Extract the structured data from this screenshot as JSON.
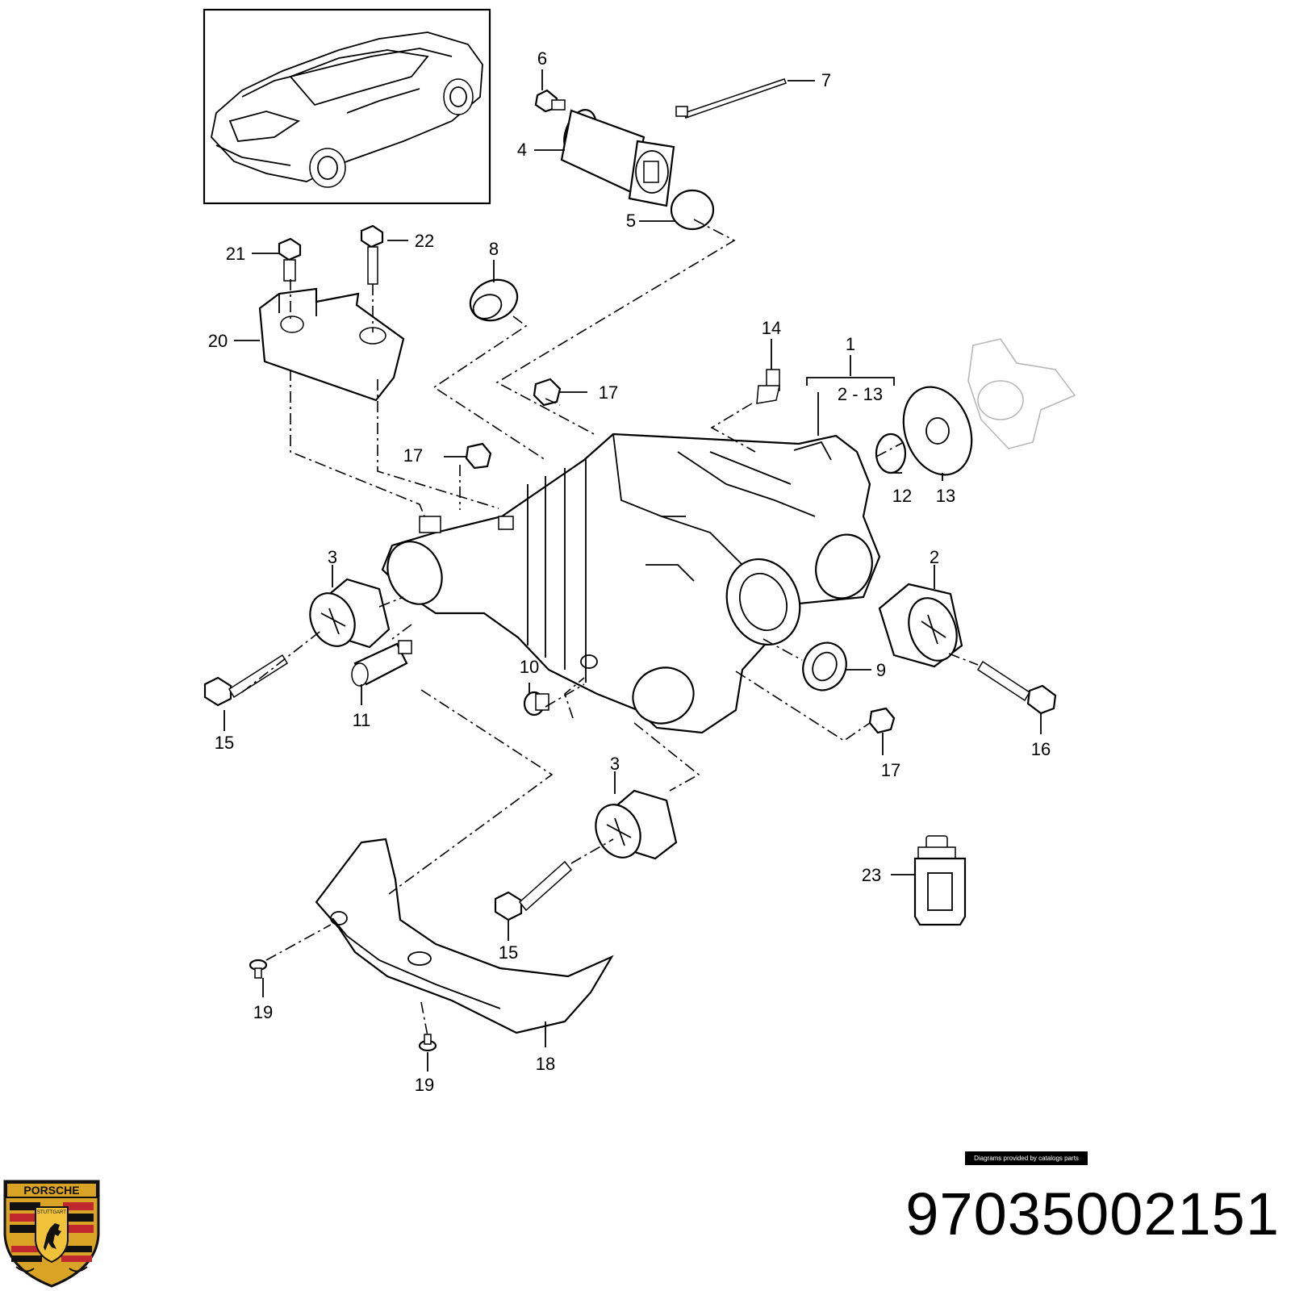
{
  "callouts": {
    "c1": "1",
    "c2_13": "2 - 13",
    "c2": "2",
    "c3a": "3",
    "c3b": "3",
    "c4": "4",
    "c5": "5",
    "c6": "6",
    "c7": "7",
    "c8": "8",
    "c9": "9",
    "c10": "10",
    "c11": "11",
    "c12": "12",
    "c13": "13",
    "c14": "14",
    "c15a": "15",
    "c15b": "15",
    "c16": "16",
    "c17a": "17",
    "c17b": "17",
    "c17c": "17",
    "c18": "18",
    "c19a": "19",
    "c19b": "19",
    "c20": "20",
    "c21": "21",
    "c22": "22",
    "c23": "23"
  },
  "footer": {
    "credit": "Diagrams provided by catalogs parts",
    "part_number": "97035002151"
  },
  "logo": {
    "brand": "PORSCHE",
    "city": "STUTTGART",
    "colors": {
      "gold": "#d9a425",
      "red": "#c0282d",
      "black": "#111111"
    }
  }
}
